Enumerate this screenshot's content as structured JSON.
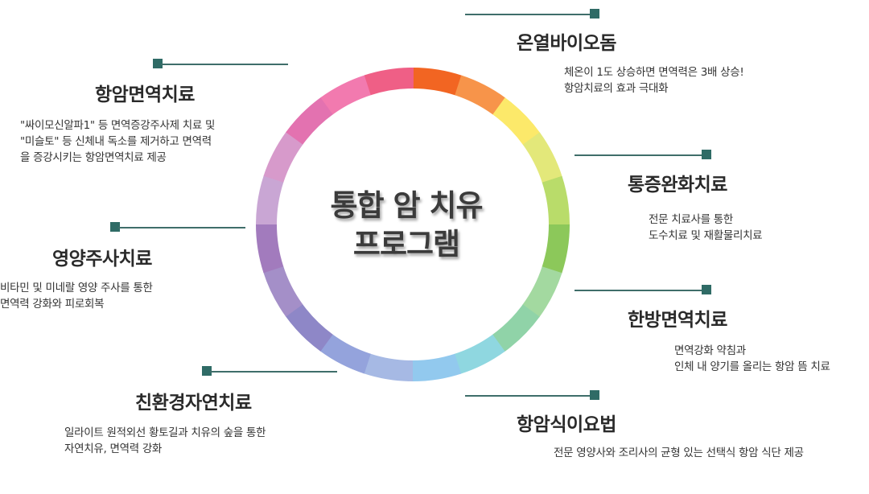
{
  "center": {
    "line1": "통합 암 치유",
    "line2": "프로그램"
  },
  "items": [
    {
      "title": "온열바이오돔",
      "desc": [
        "체온이 1도 상승하면 면역력은 3배 상승!",
        "항암치료의 효과 극대화"
      ]
    },
    {
      "title": "통증완화치료",
      "desc": [
        "전문 치료사를 통한",
        "도수치료 및 재활물리치료"
      ]
    },
    {
      "title": "한방면역치료",
      "desc": [
        "면역강화 약침과",
        "인체 내 양기를 올리는 항암 뜸 치료"
      ]
    },
    {
      "title": "항암식이요법",
      "desc": [
        "전문 영양사와 조리사의 균형 있는 선택식 항암 식단 제공"
      ]
    },
    {
      "title": "항암면역치료",
      "desc": [
        "\"싸이모신알파1\" 등 면역증강주사제 치료 및",
        "\"미슬토\" 등 신체내 독소를 제거하고 면역력",
        "을 증강시키는 항암면역치료 제공"
      ]
    },
    {
      "title": "영양주사치료",
      "desc": [
        "비타민 및 미네랄 영양 주사를 통한",
        "면역력 강화와 피로회복"
      ]
    },
    {
      "title": "친환경자연치료",
      "desc": [
        "일라이트 원적외선 황토길과 치유의 숲을 통한",
        "자연치유, 면역력 강화"
      ]
    }
  ],
  "ring_colors": [
    "#f26522",
    "#f7944a",
    "#fce96a",
    "#e3e87a",
    "#b9dc6a",
    "#8cc85a",
    "#a3d9a0",
    "#90d3a8",
    "#8fd7e0",
    "#92c9ee",
    "#a6b9e4",
    "#94a3dc",
    "#8e87c7",
    "#a48fc8",
    "#a27bbd",
    "#c9a6d4",
    "#d79acb",
    "#e372b0",
    "#f27aaf",
    "#ef5f86"
  ]
}
